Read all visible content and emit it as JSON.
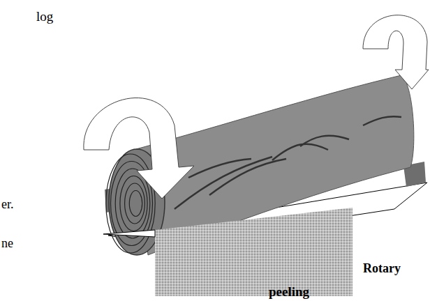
{
  "diagram": {
    "labels": [
      "log",
      "er.",
      "ne",
      "Rotary",
      "peeling"
    ]
  }
}
